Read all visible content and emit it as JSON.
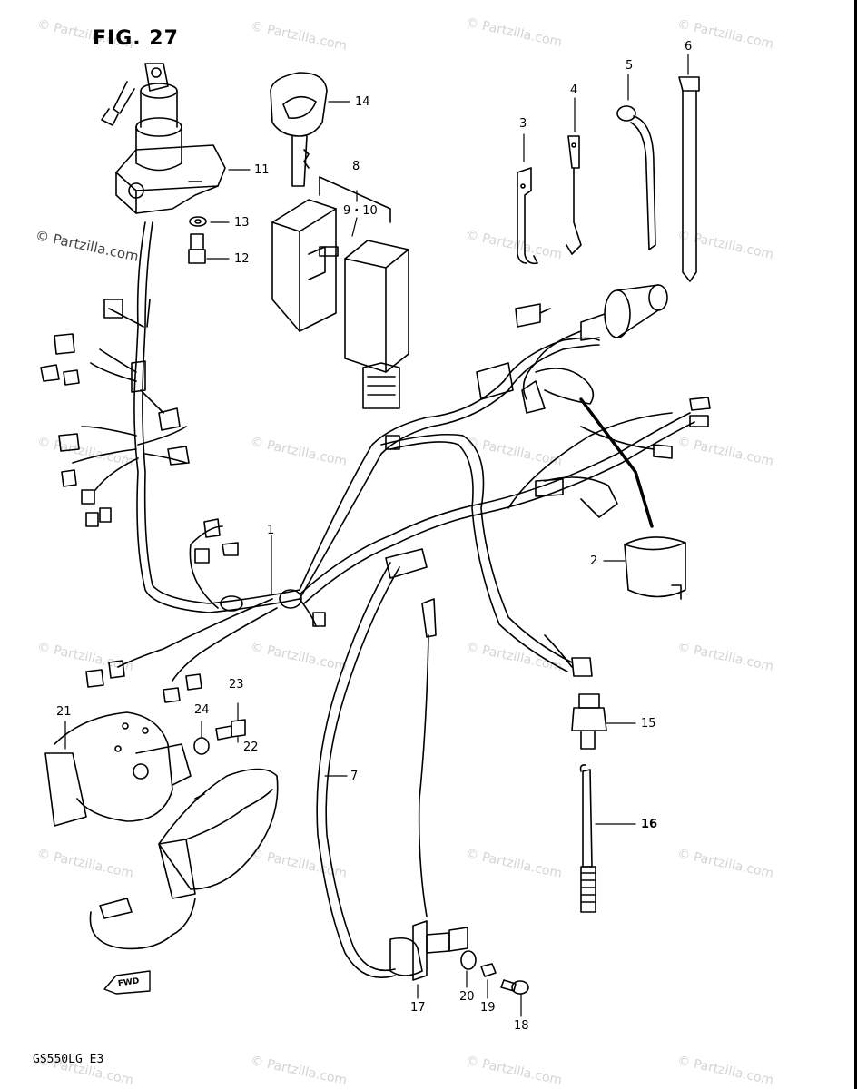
{
  "figure": {
    "title": "FIG. 27",
    "code": "GS550LG E3"
  },
  "watermark": {
    "text": "© Partzilla.com",
    "prominent_text": "© Partzilla.com"
  },
  "direction_marker": {
    "text": "FWD"
  },
  "callouts": [
    {
      "id": "c1",
      "label": "1"
    },
    {
      "id": "c2",
      "label": "2"
    },
    {
      "id": "c3",
      "label": "3"
    },
    {
      "id": "c4",
      "label": "4"
    },
    {
      "id": "c5",
      "label": "5"
    },
    {
      "id": "c6",
      "label": "6"
    },
    {
      "id": "c7",
      "label": "7"
    },
    {
      "id": "c8",
      "label": "8"
    },
    {
      "id": "c9",
      "label": "9・10"
    },
    {
      "id": "c11",
      "label": "11"
    },
    {
      "id": "c12",
      "label": "12"
    },
    {
      "id": "c13",
      "label": "13"
    },
    {
      "id": "c14",
      "label": "14"
    },
    {
      "id": "c15",
      "label": "15"
    },
    {
      "id": "c16",
      "label": "16"
    },
    {
      "id": "c17",
      "label": "17"
    },
    {
      "id": "c18",
      "label": "18"
    },
    {
      "id": "c19",
      "label": "19"
    },
    {
      "id": "c20",
      "label": "20"
    },
    {
      "id": "c21",
      "label": "21"
    },
    {
      "id": "c22",
      "label": "22"
    },
    {
      "id": "c23",
      "label": "23"
    },
    {
      "id": "c24",
      "label": "24"
    }
  ],
  "colors": {
    "ink": "#000000",
    "watermark": "#d4d4d4",
    "background": "#ffffff"
  }
}
